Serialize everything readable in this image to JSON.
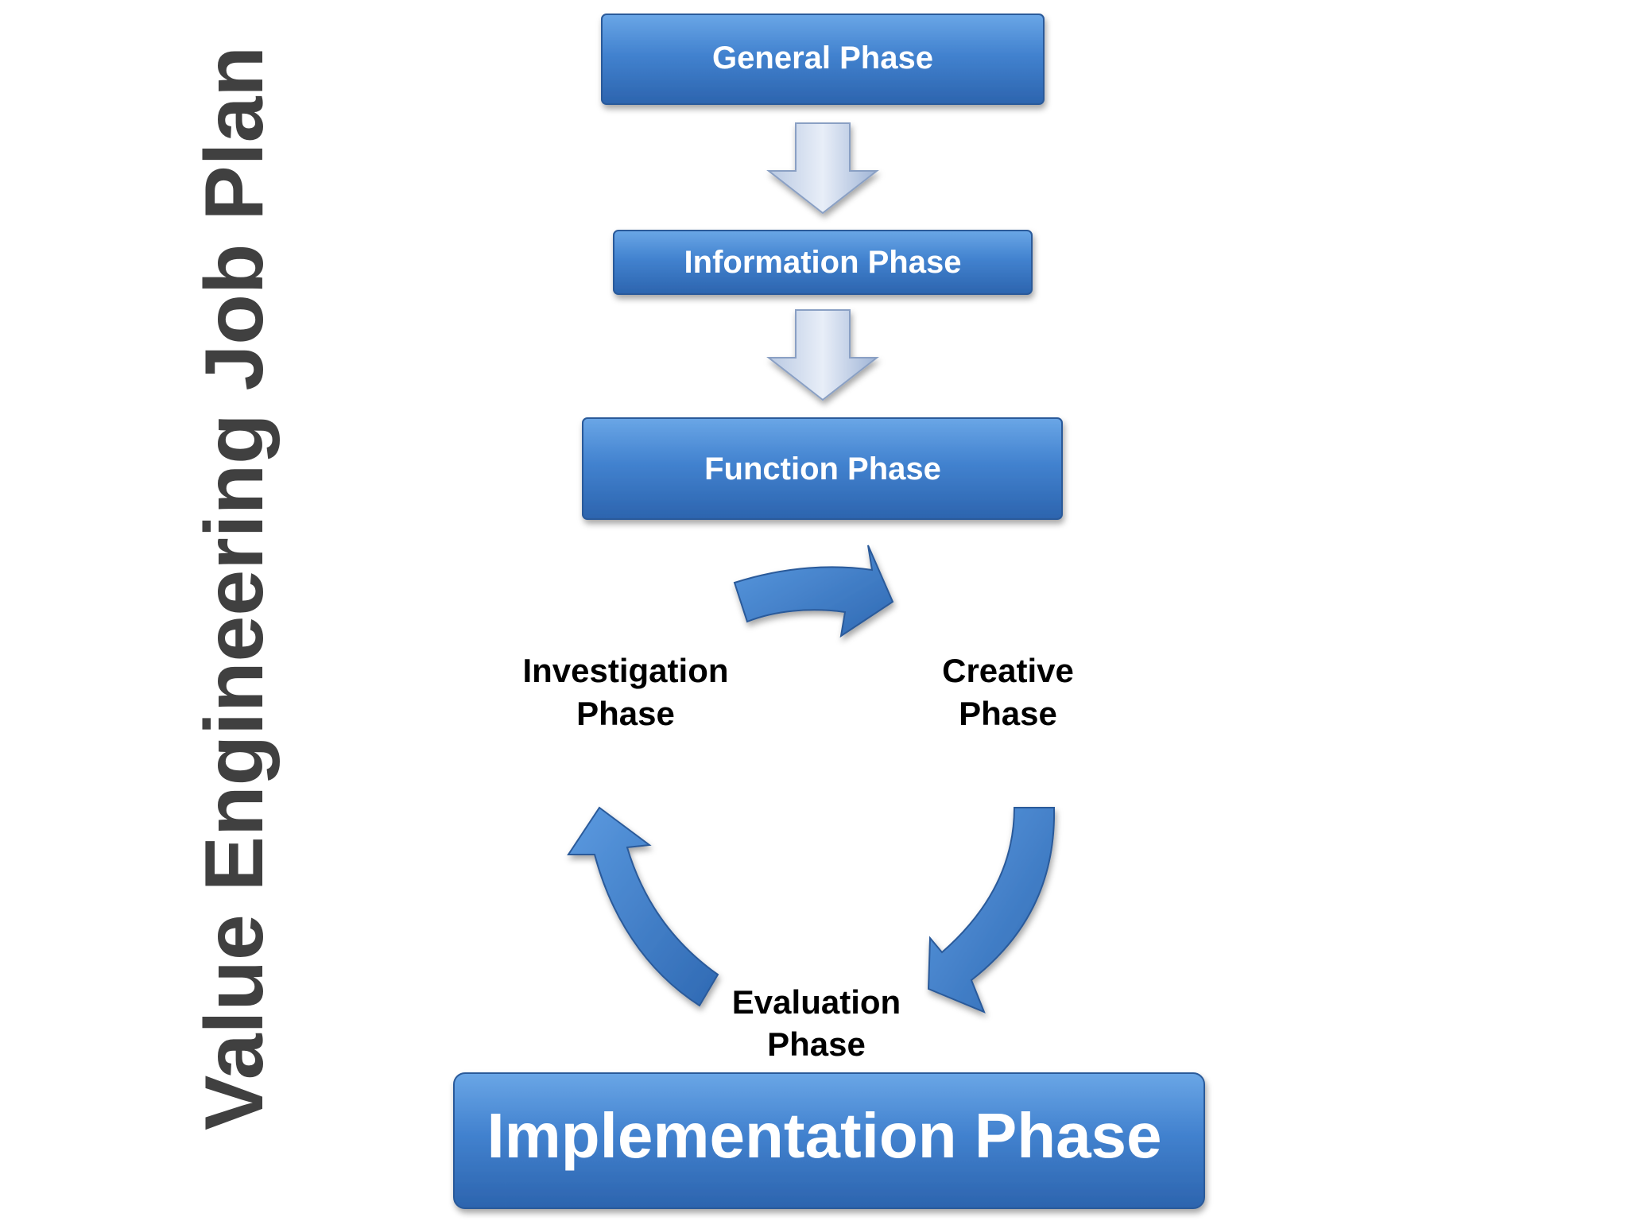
{
  "title": "Value Engineering Job Plan",
  "phases": {
    "general": "General Phase",
    "information": "Information Phase",
    "function": "Function Phase",
    "investigation": [
      "Investigation",
      "Phase"
    ],
    "creative": [
      "Creative",
      "Phase"
    ],
    "evaluation": [
      "Evaluation",
      "Phase"
    ],
    "implementation": "Implementation Phase"
  },
  "colors": {
    "box_top": "#5a9be0",
    "box_mid": "#3d7cc9",
    "box_bottom": "#2b63ad",
    "box_border": "#2a5a9a",
    "arrow_down_light": "#dfe8f5",
    "arrow_down_dark": "#8ea6cc",
    "cycle_arrow": "#3d7cc9",
    "title": "#404040"
  }
}
